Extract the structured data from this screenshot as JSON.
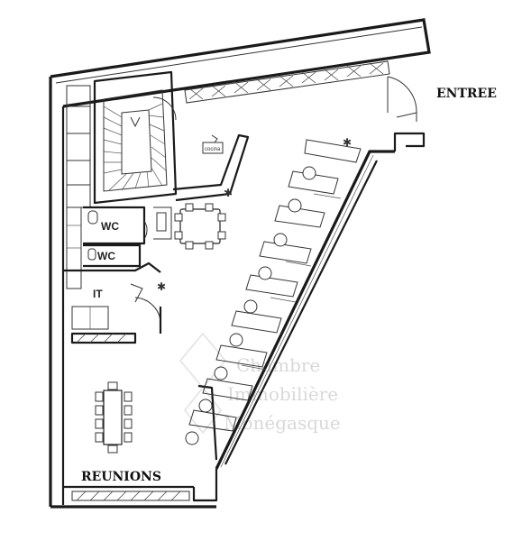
{
  "labels": {
    "entrance": "ENTREE",
    "meetings": "REUNIONS",
    "wc_1": "WC",
    "wc_2": "WC",
    "it": "IT",
    "kitchen": "cocina"
  },
  "watermark": {
    "line1": "Chambre",
    "line2": "Immobilière",
    "line3": "Monégasque"
  },
  "colors": {
    "wall": "#1a1a1a",
    "watermark": "#d8d8d8"
  }
}
